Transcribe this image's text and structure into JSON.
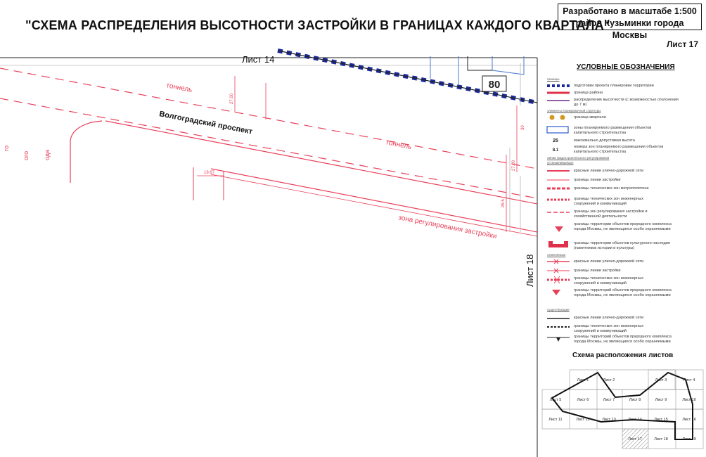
{
  "header": {
    "title": "\"СХЕМА РАСПРЕДЕЛЕНИЯ ВЫСОТНОСТИ ЗАСТРОЙКИ В ГРАНИЦАХ КАЖДОГО КВАРТАЛА\"",
    "scale_line1": "Разработано в масштабе 1:500",
    "scale_line2": "район Кузьминки города Москвы",
    "sheet": "Лист 17"
  },
  "map": {
    "top_sheet_ref": "Лист 14",
    "right_sheet_ref": "Лист 18",
    "tunnel_label_1": "тоннель",
    "tunnel_label_2": "тоннель",
    "street_name": "Волгоградский проспект",
    "zone_label": "зона регулирования застройки",
    "block_height": "80",
    "dim_1": "27.00",
    "dim_2": "19.67",
    "dim_3": "27.00",
    "dim_4": "26.5",
    "dim_5": "30",
    "left_text_1": "го",
    "left_text_2": "ого",
    "left_text_3": "ода"
  },
  "legend": {
    "title": "УСЛОВНЫЕ ОБОЗНАЧЕНИЯ",
    "section_borders": "границы",
    "section_structure": "элементы планировочной структуры",
    "section_red_lines": "линии градостроительного регулирования",
    "sub_established": "устанавливаемые",
    "sub_cancelled": "отменяемые",
    "sub_existing": "существующие",
    "items": [
      {
        "label": "подготовки проекта планировки территории"
      },
      {
        "label": "граница района"
      },
      {
        "label": "распределение высотности (с возможностью отклонения до 7 м)"
      },
      {
        "label": "граница квартала"
      },
      {
        "label": "зоны планируемого размещения объектов капитального строительства"
      },
      {
        "label": "максимально допустимая высота",
        "value": "25"
      },
      {
        "label": "номера зон планируемого размещения объектов капитального строительства",
        "value": "8.1"
      },
      {
        "label": "красные линии улично-дорожной сети"
      },
      {
        "label": "границы линии застройки"
      },
      {
        "label": "границы технических зон метрополитена"
      },
      {
        "label": "границы технических зон инженерных сооружений и коммуникаций"
      },
      {
        "label": "границы зон регулирования застройки и хозяйственной деятельности"
      },
      {
        "label": "границы территории объектов природного комплекса города Москвы, не являющиеся особо охраняемыми"
      },
      {
        "label": "границы территории объектов культурного наследия (памятников истории и культуры)"
      },
      {
        "label": "красные линии улично-дорожной сети"
      },
      {
        "label": "границы линии застройки"
      },
      {
        "label": "границы технических зон инженерных сооружений и коммуникаций"
      },
      {
        "label": "границы территорий объектов природного комплекса города Москвы, не являющиеся особо охраняемыми"
      },
      {
        "label": "красные линии улично-дорожной сети"
      },
      {
        "label": "границы технических зон инженерных сооружений и коммуникаций"
      },
      {
        "label": "границы территорий объектов природного комплекса города Москвы, не являющиеся особо охраняемыми"
      }
    ]
  },
  "schema": {
    "title": "Схема расположения листов",
    "cells": [
      "Лист 1",
      "Лист 2",
      "Лист 3",
      "Лист 4",
      "Лист 5",
      "Лист 6",
      "Лист 7",
      "Лист 8",
      "Лист 9",
      "Лист 10",
      "Лист 11",
      "Лист 12",
      "Лист 13",
      "Лист 14",
      "Лист 15",
      "Лист 16",
      "Лист 17",
      "Лист 18",
      "Лист 19"
    ]
  },
  "colors": {
    "red_line": "#e8405a",
    "boundary_blue": "#1a2a9a",
    "district_red": "#e0304a",
    "height_purple": "#6a2a8a"
  }
}
